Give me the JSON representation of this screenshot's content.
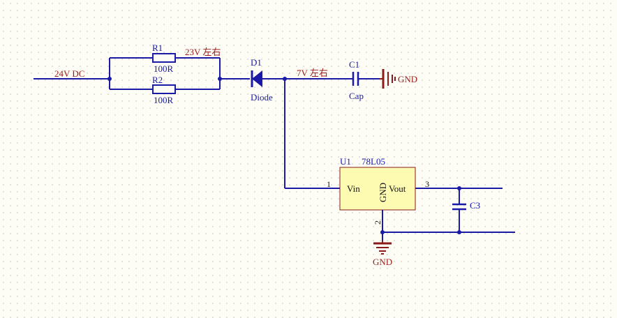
{
  "nets": {
    "input": "24V DC",
    "after_resistors": "23V 左右",
    "after_diode": "7V 左右"
  },
  "resistors": [
    {
      "designator": "R1",
      "value": "100R"
    },
    {
      "designator": "R2",
      "value": "100R"
    }
  ],
  "diode": {
    "designator": "D1",
    "comment": "Diode"
  },
  "cap_c1": {
    "designator": "C1",
    "comment": "Cap"
  },
  "cap_c3": {
    "designator": "C3"
  },
  "regulator": {
    "designator": "U1",
    "part": "78L05",
    "pin_vin": "Vin",
    "pin_gnd": "GND",
    "pin_vout": "Vout",
    "pin1": "1",
    "pin2": "2",
    "pin3": "3"
  },
  "gnd_labels": {
    "c1": "GND",
    "u1": "GND"
  },
  "colors": {
    "wire": "#1a1aa6",
    "net_label": "#9b1c1c",
    "ic_fill": "#fdfbb1",
    "ic_border": "#8b1a1a"
  }
}
